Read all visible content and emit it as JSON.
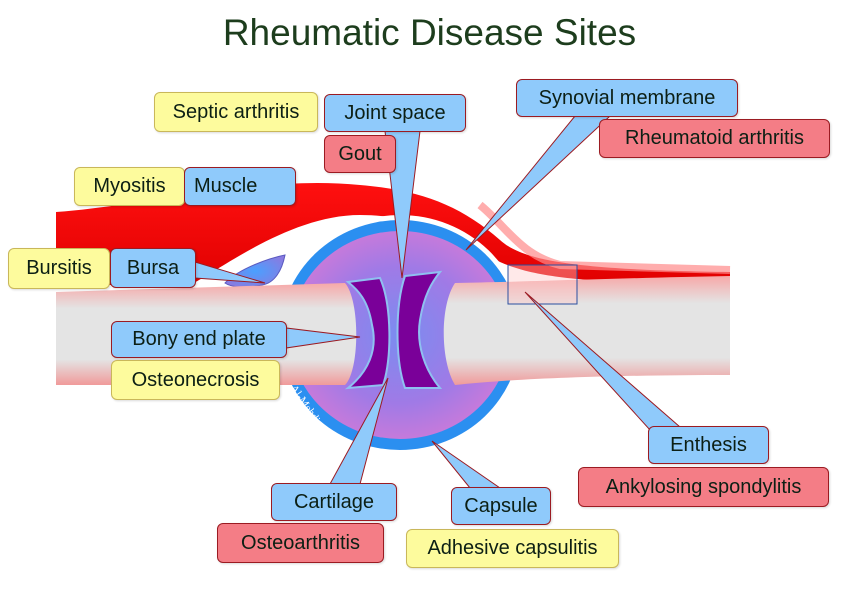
{
  "title": "Rheumatic Disease Sites",
  "watermark": "Al-Mehdi",
  "colors": {
    "structure": "#8fcafb",
    "disease_general": "#fdfb9d",
    "disease_specific": "#f47d86"
  },
  "labels": {
    "septic_arthritis": "Septic arthritis",
    "joint_space": "Joint space",
    "gout": "Gout",
    "synovial_membrane": "Synovial membrane",
    "rheumatoid_arthritis": "Rheumatoid arthritis",
    "myositis": "Myositis",
    "muscle": "Muscle",
    "bursitis": "Bursitis",
    "bursa": "Bursa",
    "bony_end_plate": "Bony end plate",
    "osteonecrosis": "Osteonecrosis",
    "enthesis": "Enthesis",
    "ankylosing_spondylitis": "Ankylosing spondylitis",
    "cartilage": "Cartilage",
    "osteoarthritis": "Osteoarthritis",
    "capsule": "Capsule",
    "adhesive_capsulitis": "Adhesive capsulitis"
  }
}
